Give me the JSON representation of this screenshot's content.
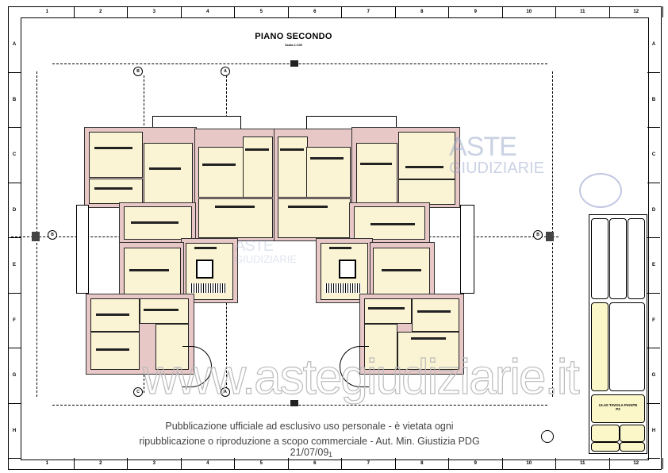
{
  "drawing": {
    "title": "PIANO SECONDO",
    "scale_note": "Scala 1:100"
  },
  "ruler": {
    "columns": [
      "1",
      "2",
      "3",
      "4",
      "5",
      "6",
      "7",
      "8",
      "9",
      "10",
      "11",
      "12"
    ],
    "rows": [
      "A",
      "B",
      "C",
      "D",
      "E",
      "F",
      "G",
      "H"
    ]
  },
  "section_markers": {
    "top": [
      "B",
      "A"
    ],
    "left": [
      "B"
    ],
    "right": [
      "B"
    ],
    "bottom": [
      "C",
      "A"
    ]
  },
  "title_block": {
    "table_label": "13.A0 TAVOLA PIANTE",
    "table_sub": "P2"
  },
  "watermark": {
    "url": "www.astegiudiziarie.it",
    "logo_line1": "ASTE",
    "logo_line2": "GIUDIZIARIE"
  },
  "footer": {
    "line1": "Pubblicazione ufficiale ad esclusivo uso personale - è vietata ogni",
    "line2": "ripubblicazione o riproduzione a scopo commerciale - Aut. Min. Giustizia PDG 21/07/09",
    "page_number": "1"
  },
  "colors": {
    "room_fill": "#fbf4d4",
    "wall_fill": "#e8c7c7",
    "title_block_fill": "#fbf7c9",
    "watermark_logo": "#96a5c8"
  }
}
